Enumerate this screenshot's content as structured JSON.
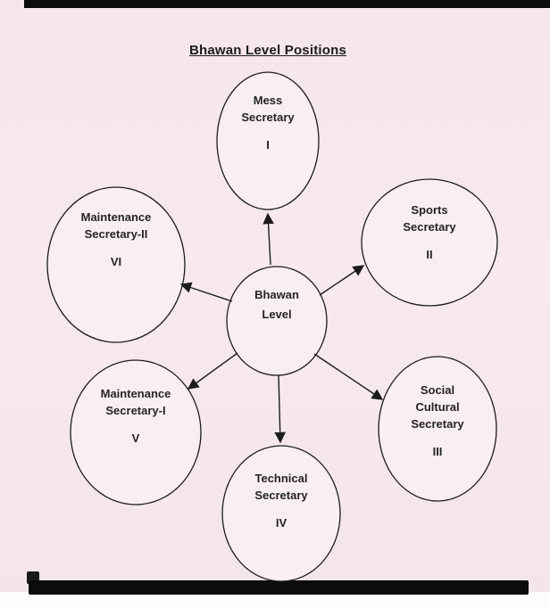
{
  "title": "Bhawan Level Positions",
  "colors": {
    "page_background": "#f6e8ee",
    "ink": "#1c1c1c",
    "ellipse_fill": "#f9eef3"
  },
  "center_node": {
    "line1": "Bhawan",
    "line2": "Level"
  },
  "nodes": {
    "mess": {
      "line1": "Mess",
      "line2": "Secretary",
      "numeral": "I"
    },
    "sports": {
      "line1": "Sports",
      "line2": "Secretary",
      "numeral": "II"
    },
    "social": {
      "line1": "Social",
      "line2": "Cultural",
      "line3": "Secretary",
      "numeral": "III"
    },
    "technical": {
      "line1": "Technical",
      "line2": "Secretary",
      "numeral": "IV"
    },
    "maint1": {
      "line1": "Maintenance",
      "line2": "Secretary-I",
      "numeral": "V"
    },
    "maint2": {
      "line1": "Maintenance",
      "line2": "Secretary-II",
      "numeral": "VI"
    }
  },
  "structure": {
    "type": "radial-diagram",
    "center": "Bhawan Level",
    "edges": [
      "center -> Mess Secretary (I)",
      "center -> Sports Secretary (II)",
      "center -> Social Cultural Secretary (III)",
      "center -> Technical Secretary (IV)",
      "center -> Maintenance Secretary-I (V)",
      "center -> Maintenance Secretary-II (VI)"
    ]
  }
}
